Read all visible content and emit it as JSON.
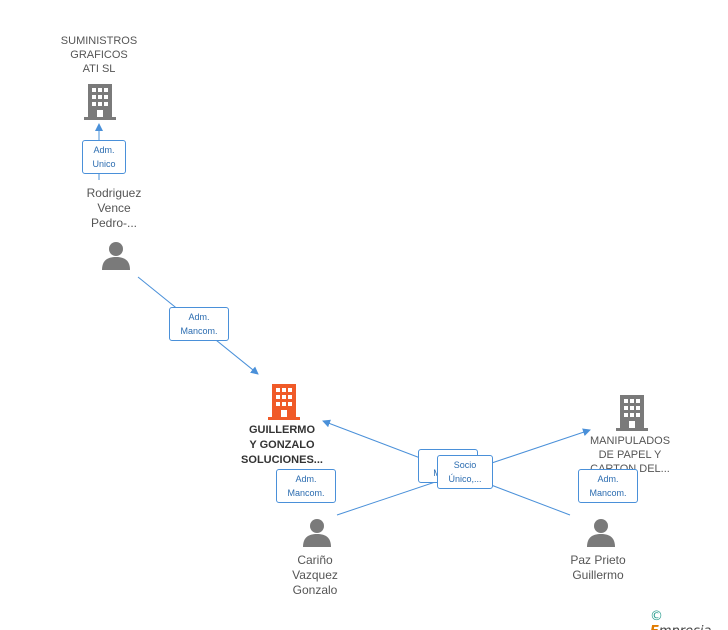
{
  "companies": {
    "suministros": {
      "name_lines": [
        "SUMINISTROS",
        "GRAFICOS",
        "ATI SL"
      ]
    },
    "guillermo": {
      "name_lines": [
        "GUILLERMO",
        "Y GONZALO",
        "SOLUCIONES..."
      ]
    },
    "manipulados": {
      "name_lines": [
        "MANIPULADOS",
        "DE PAPEL Y",
        "CARTON DEL..."
      ]
    }
  },
  "persons": {
    "rodriguez": {
      "name_lines": [
        "Rodriguez",
        "Vence",
        "Pedro-..."
      ]
    },
    "carino": {
      "name_lines": [
        "Cariño",
        "Vazquez",
        "Gonzalo"
      ]
    },
    "paz": {
      "name_lines": [
        "Paz Prieto",
        "Guillermo"
      ]
    }
  },
  "relations": {
    "rodriguez_suministros": {
      "lines": [
        "Adm.",
        "Unico"
      ]
    },
    "rodriguez_guillermo": {
      "lines": [
        "Adm.",
        "Mancom."
      ]
    },
    "carino_guillermo": {
      "lines": [
        "Adm.",
        "Mancom."
      ]
    },
    "hidden_behind": {
      "lines": [
        "Adm.",
        "Manc..."
      ]
    },
    "socio_unico": {
      "lines": [
        "Socio",
        "Único,..."
      ]
    },
    "paz_manipulados": {
      "lines": [
        "Adm.",
        "Mancom."
      ]
    }
  },
  "colors": {
    "edge": "#4a90d9",
    "company_icon": "#7a7a7a",
    "main_company_icon": "#f05a28",
    "person_icon": "#7a7a7a"
  },
  "brand": {
    "symbol": "©",
    "initial": "E",
    "rest": "mpresia"
  }
}
